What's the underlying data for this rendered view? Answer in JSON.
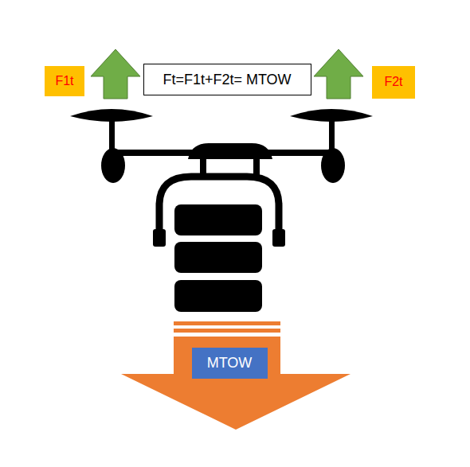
{
  "diagram": {
    "nodes": [
      {
        "text": [
          "F1t"
        ]
      },
      {
        "text": [
          "Ft=F1t+F2t= MTOW"
        ]
      },
      {
        "text": [
          "F2t"
        ]
      },
      {
        "text": [
          "MTOW"
        ]
      }
    ]
  }
}
